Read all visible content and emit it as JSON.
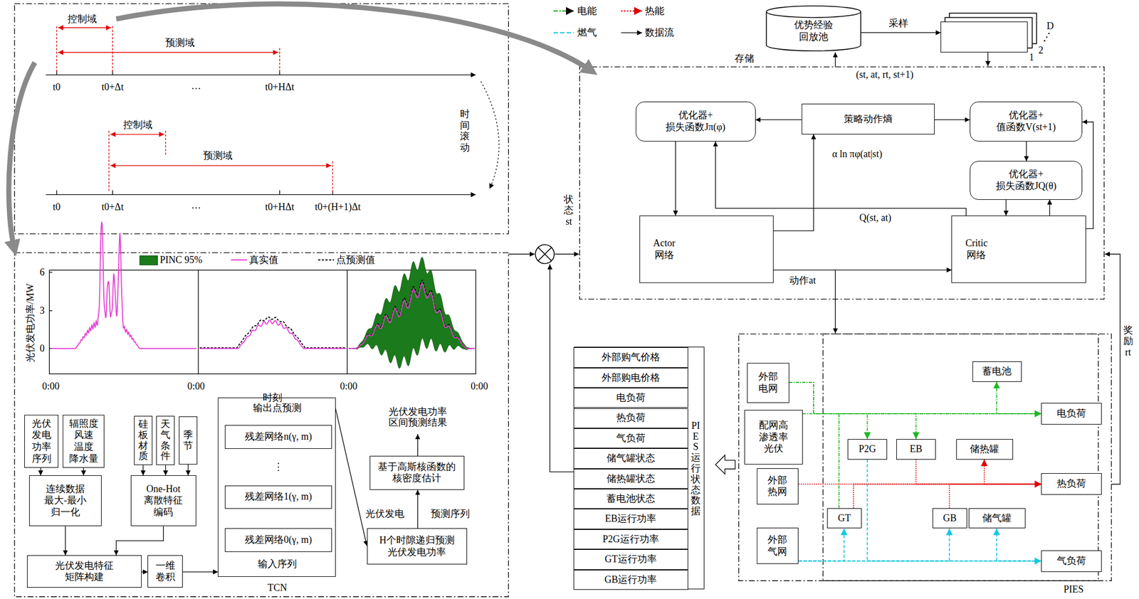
{
  "diagram": {
    "nodes": [
      {
        "text": [
          "光伏 发电 功率 序列"
        ]
      },
      {
        "text": [
          "辐照度 风速 温度 降水量"
        ]
      },
      {
        "text": [
          "硅板材质"
        ]
      },
      {
        "text": [
          "天气条件"
        ]
      },
      {
        "text": [
          "季节"
        ]
      },
      {
        "text": [
          "连续数据 最大-最小 归一化"
        ]
      },
      {
        "text": [
          "One-Hot 离散特征 编码"
        ]
      },
      {
        "text": [
          "光伏发电特征 矩阵构建"
        ]
      },
      {
        "text": [
          "一维 卷积"
        ]
      },
      {
        "text": [
          "输出点预测",
          "输入序列",
          "TCN"
        ]
      },
      {
        "text": [
          "残差网络n(γ, m)"
        ],
        "in": 9
      },
      {
        "text": [
          "残差网络1(γ, m)"
        ],
        "in": 9
      },
      {
        "text": [
          "残差网络0(γ, m)"
        ],
        "in": 9
      },
      {
        "text": [
          "基于高斯核函数的 核密度估计"
        ]
      },
      {
        "text": [
          "H个时隙递归预测 光伏发电功率"
        ]
      },
      {
        "text": [
          "优势经验 回放池"
        ]
      },
      {
        "text": [
          "D"
        ]
      },
      {
        "text": [
          "优化器+ 损失函数Jπ(φ)"
        ]
      },
      {
        "text": [
          "策略动作熵"
        ]
      },
      {
        "text": [
          "优化器+ 值函数V(st+1)"
        ]
      },
      {
        "text": [
          "优化器+ 损失函数JQ(θ)"
        ]
      },
      {
        "text": [
          "Actor 网络"
        ]
      },
      {
        "text": [
          "Critic 网络"
        ]
      },
      {
        "text": [
          "PIES运行状态数据"
        ]
      },
      {
        "text": [
          "外部购气价格"
        ],
        "in": 23
      },
      {
        "text": [
          "外部购电价格"
        ],
        "in": 23
      },
      {
        "text": [
          "电负荷"
        ],
        "in": 23
      },
      {
        "text": [
          "热负荷"
        ],
        "in": 23
      },
      {
        "text": [
          "气负荷"
        ],
        "in": 23
      },
      {
        "text": [
          "储气罐状态"
        ],
        "in": 23
      },
      {
        "text": [
          "储热罐状态"
        ],
        "in": 23
      },
      {
        "text": [
          "蓄电池状态"
        ],
        "in": 23
      },
      {
        "text": [
          "EB运行功率"
        ],
        "in": 23
      },
      {
        "text": [
          "P2G运行功率"
        ],
        "in": 23
      },
      {
        "text": [
          "GT运行功率"
        ],
        "in": 23
      },
      {
        "text": [
          "GB运行功率"
        ],
        "in": 23
      },
      {
        "text": [
          "外部 电网"
        ]
      },
      {
        "text": [
          "配网高 渗透率 光伏"
        ]
      },
      {
        "text": [
          "外部 热网"
        ]
      },
      {
        "text": [
          "外部 气网"
        ]
      },
      {
        "text": [
          "蓄电池"
        ]
      },
      {
        "text": [
          "P2G"
        ]
      },
      {
        "text": [
          "EB"
        ]
      },
      {
        "text": [
          "储热罐"
        ]
      },
      {
        "text": [
          "GT"
        ]
      },
      {
        "text": [
          "GB"
        ]
      },
      {
        "text": [
          "储气罐"
        ]
      },
      {
        "text": [
          "电负荷"
        ]
      },
      {
        "text": [
          "热负荷"
        ]
      },
      {
        "text": [
          "气负荷"
        ]
      }
    ],
    "edges": [
      {
        "from": 0,
        "to": 5,
        "arrow": "to"
      },
      {
        "from": 1,
        "to": 5,
        "arrow": "to"
      },
      {
        "from": 2,
        "to": 6,
        "arrow": "to"
      },
      {
        "from": 3,
        "to": 6,
        "arrow": "to"
      },
      {
        "from": 4,
        "to": 6,
        "arrow": "to"
      },
      {
        "from": 5,
        "to": 7,
        "arrow": "to"
      },
      {
        "from": 6,
        "to": 7,
        "arrow": "to"
      },
      {
        "from": 7,
        "to": 8,
        "arrow": "to"
      },
      {
        "from": 8,
        "to": 9,
        "arrow": "to"
      },
      {
        "from": 12,
        "to": 11,
        "arrow": "to"
      },
      {
        "from": 11,
        "to": 10,
        "arrow": "to"
      },
      {
        "from": 9,
        "to": 14,
        "arrow": "to"
      },
      {
        "from": 14,
        "to": 13,
        "arrow": "to"
      },
      {
        "from": 15,
        "to": 16,
        "label": "采样",
        "arrow": "to"
      },
      {
        "from": 17,
        "to": 21,
        "arrow": "to"
      },
      {
        "from": 21,
        "to": 18,
        "label": "α ln πφ(at|st)",
        "arrow": "to"
      },
      {
        "from": 18,
        "to": 17,
        "arrow": "to"
      },
      {
        "from": 18,
        "to": 19,
        "arrow": "to"
      },
      {
        "from": 19,
        "to": 20,
        "arrow": "to"
      },
      {
        "from": 22,
        "to": 17,
        "label": "Q(st, at)",
        "arrow": "to"
      },
      {
        "from": 22,
        "to": 19,
        "arrow": "to"
      },
      {
        "from": 20,
        "to": 22,
        "arrow": "to"
      },
      {
        "from": 22,
        "to": 20,
        "arrow": "to"
      },
      {
        "from": 21,
        "to": 22,
        "arrow": "to"
      },
      {
        "from": 36,
        "to": 47,
        "arrow": "to"
      },
      {
        "from": 37,
        "to": 47,
        "arrow": "to"
      },
      {
        "from": 40,
        "to": 47,
        "arrow": "both"
      },
      {
        "from": 44,
        "to": 47,
        "arrow": "to"
      },
      {
        "from": 36,
        "to": 41,
        "arrow": "to"
      },
      {
        "from": 36,
        "to": 42,
        "arrow": "to"
      },
      {
        "from": 38,
        "to": 48,
        "arrow": "to"
      },
      {
        "from": 42,
        "to": 48,
        "arrow": "to"
      },
      {
        "from": 43,
        "to": 48,
        "arrow": "both"
      },
      {
        "from": 44,
        "to": 48,
        "arrow": "to"
      },
      {
        "from": 45,
        "to": 48,
        "arrow": "to"
      },
      {
        "from": 39,
        "to": 49,
        "arrow": "to"
      },
      {
        "from": 39,
        "to": 44,
        "arrow": "to"
      },
      {
        "from": 41,
        "to": 49,
        "arrow": "to"
      },
      {
        "from": 39,
        "to": 45,
        "arrow": "to"
      },
      {
        "from": 46,
        "to": 49,
        "arrow": "both"
      }
    ],
    "labels": [
      "控制域",
      "预测域",
      "t0",
      "t0+Δt",
      "…",
      "t0+HΔt",
      "时间滚动",
      "控制域",
      "预测域",
      "t0",
      "t0+Δt",
      "…",
      "t0+HΔt",
      "t0+(H+1)Δt",
      "光伏发电功率/MW",
      "6",
      "3",
      "0",
      "0:00",
      "0:00",
      "0:00",
      "0:00",
      "时刻",
      "⋮",
      "光伏发电功率 区间预测结果",
      "光伏发电",
      "预测序列",
      "存储",
      "(st, at, rt, st+1)",
      "1",
      "2",
      "状态 st",
      "动作at",
      "奖励 rt",
      "PIES"
    ],
    "legend": [
      {
        "text": "电能"
      },
      {
        "text": "热能"
      },
      {
        "text": "燃气"
      },
      {
        "text": "数据流"
      },
      {
        "text": "PINC 95%",
        "color": "#1b7a1b"
      },
      {
        "text": "真实值"
      },
      {
        "text": "点预测值"
      }
    ]
  }
}
